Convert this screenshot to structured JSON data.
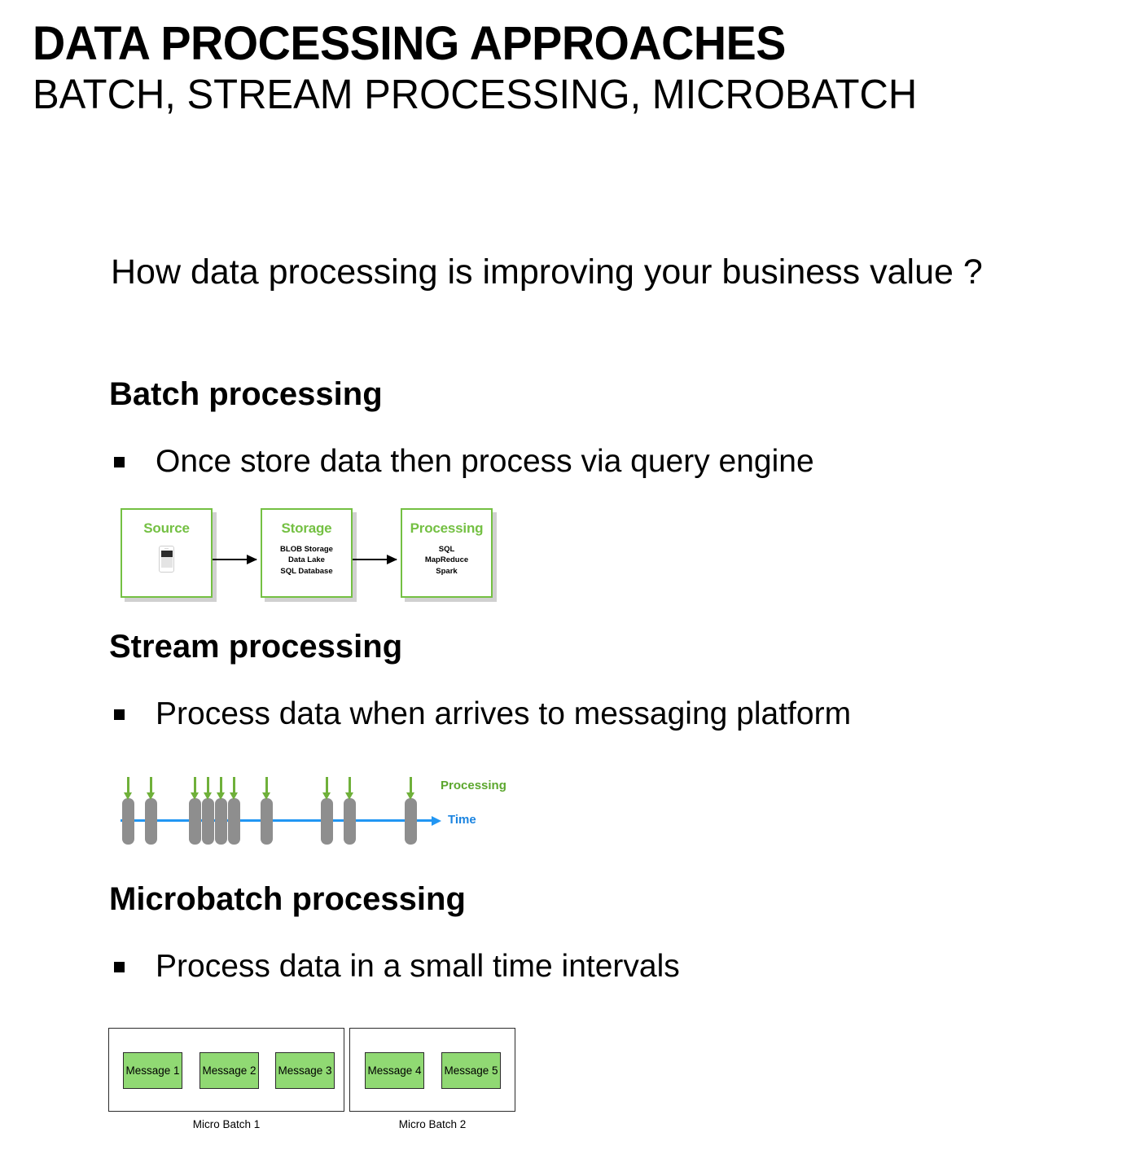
{
  "slide": {
    "title": "DATA PROCESSING APPROACHES",
    "subtitle": "BATCH, STREAM PROCESSING, MICROBATCH",
    "lead_question": "How data processing is improving your business value ?"
  },
  "colors": {
    "accent_green": "#74C043",
    "label_green": "#5CA72E",
    "time_blue": "#2196F3",
    "bar_gray": "#8E8E8E",
    "message_green": "#90D973",
    "text_black": "#000000"
  },
  "sections": [
    {
      "heading": "Batch processing",
      "bullet": "Once store data then process via query engine"
    },
    {
      "heading": "Stream processing",
      "bullet": "Process data when arrives to messaging platform"
    },
    {
      "heading": "Microbatch processing",
      "bullet": "Process data in a small time intervals"
    }
  ],
  "batch_diagram": {
    "boxes": [
      {
        "title": "Source",
        "lines": "",
        "icon": "smartphone-icon"
      },
      {
        "title": "Storage",
        "lines": "BLOB Storage\nData Lake\nSQL Database",
        "icon": ""
      },
      {
        "title": "Processing",
        "lines": "SQL\nMapReduce\nSpark",
        "icon": ""
      }
    ],
    "arrow_count": 2
  },
  "stream_diagram": {
    "processing_label": "Processing",
    "time_label": "Time",
    "event_count": 10,
    "event_positions": [
      10,
      38,
      92,
      108,
      124,
      140,
      180,
      254,
      282,
      357
    ]
  },
  "microbatch_diagram": {
    "batches": [
      {
        "caption": "Micro Batch 1",
        "messages": [
          "Message 1",
          "Message 2",
          "Message 3"
        ]
      },
      {
        "caption": "Micro Batch 2",
        "messages": [
          "Message 4",
          "Message 5"
        ]
      }
    ]
  }
}
